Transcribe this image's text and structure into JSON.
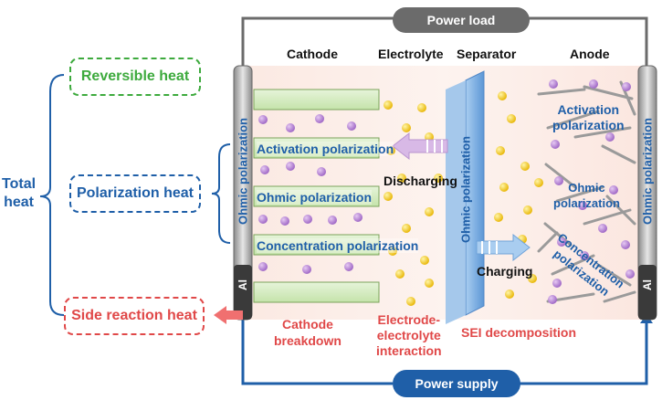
{
  "left": {
    "total_heat": "Total\nheat",
    "reversible_heat": "Reversible heat",
    "polarization_heat": "Polarization heat",
    "side_reaction_heat": "Side reaction heat"
  },
  "circuit": {
    "power_load": "Power load",
    "power_supply": "Power supply"
  },
  "headers": {
    "cathode": "Cathode",
    "electrolyte": "Electrolyte",
    "separator": "Separator",
    "anode": "Anode"
  },
  "collectors": {
    "left_ohmic": "Ohmic polarization",
    "left_metal": "Al",
    "right_ohmic": "Ohmic polarization",
    "right_metal": "Al"
  },
  "cathode_labels": {
    "activation": "Activation polarization",
    "ohmic": "Ohmic polarization",
    "concentration": "Concentration polarization"
  },
  "separator_label": "Ohmic polarization",
  "arrows": {
    "discharging": "Discharging",
    "charging": "Charging"
  },
  "anode_labels": {
    "activation": "Activation\npolarization",
    "ohmic": "Ohmic\npolarization",
    "concentration": "Concentration\npolarization"
  },
  "side_reactions": {
    "cathode_breakdown": "Cathode\nbreakdown",
    "interaction": "Electrode-\nelectrolyte\ninteraction",
    "sei": "SEI decomposition"
  },
  "colors": {
    "blue": "#1f5fa8",
    "red": "#e04848",
    "green": "#3daa3d",
    "gray": "#6b6b6b"
  }
}
